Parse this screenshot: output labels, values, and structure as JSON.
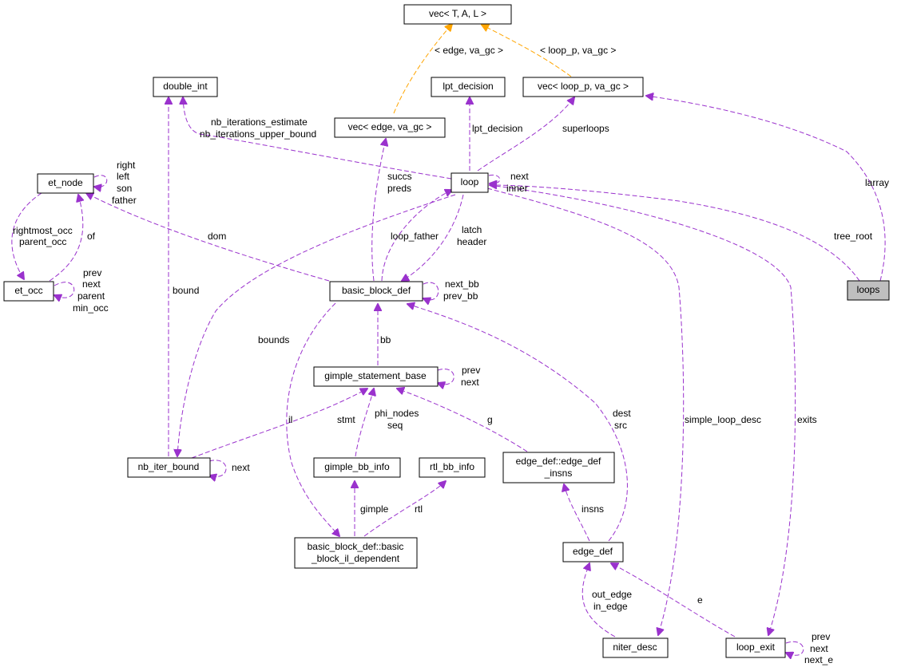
{
  "diagram": {
    "colors": {
      "edge": "#9a32cd",
      "inherit_edge": "#ffa500",
      "highlight_node": "#bfbfbf"
    },
    "nodes": {
      "vec_tal": "vec< T, A, L >",
      "double_int": "double_int",
      "vec_edge": "vec< edge, va_gc >",
      "lpt_decision": "lpt_decision",
      "vec_loop_p": "vec< loop_p, va_gc >",
      "et_node": "et_node",
      "loop": "loop",
      "loops": "loops",
      "et_occ": "et_occ",
      "basic_block_def": "basic_block_def",
      "gimple_statement_base": "gimple_statement_base",
      "nb_iter_bound": "nb_iter_bound",
      "gimple_bb_info": "gimple_bb_info",
      "rtl_bb_info": "rtl_bb_info",
      "edge_def_insns_1": "edge_def::edge_def",
      "edge_def_insns_2": "_insns",
      "bb_il_dep_1": "basic_block_def::basic",
      "bb_il_dep_2": "_block_il_dependent",
      "edge_def": "edge_def",
      "niter_desc": "niter_desc",
      "loop_exit": "loop_exit"
    },
    "labels": {
      "edge_va_gc": "< edge, va_gc >",
      "loop_p_va_gc": "< loop_p, va_gc >",
      "nb_iterations_estimate": "nb_iterations_estimate",
      "nb_iterations_upper_bound": "nb_iterations_upper_bound",
      "lpt_decision": "lpt_decision",
      "superloops": "superloops",
      "larray": "larray",
      "succs": "succs",
      "preds": "preds",
      "loop_next": "next",
      "loop_inner": "inner",
      "et_right": "right",
      "et_left": "left",
      "et_son": "son",
      "et_father": "father",
      "rightmost_occ": "rightmost_occ",
      "parent_occ": "parent_occ",
      "of": "of",
      "dom": "dom",
      "loop_father": "loop_father",
      "latch": "latch",
      "header": "header",
      "tree_root": "tree_root",
      "occ_prev": "prev",
      "occ_next": "next",
      "occ_parent": "parent",
      "occ_min_occ": "min_occ",
      "bound": "bound",
      "next_bb": "next_bb",
      "prev_bb": "prev_bb",
      "bounds": "bounds",
      "bb": "bb",
      "gs_prev": "prev",
      "gs_next": "next",
      "il": "il",
      "stmt": "stmt",
      "phi_nodes": "phi_nodes",
      "seq": "seq",
      "g": "g",
      "dest": "dest",
      "src": "src",
      "simple_loop_desc": "simple_loop_desc",
      "exits": "exits",
      "nb_next": "next",
      "gimple": "gimple",
      "rtl": "rtl",
      "insns": "insns",
      "out_edge": "out_edge",
      "in_edge": "in_edge",
      "e": "e",
      "le_prev": "prev",
      "le_next": "next",
      "le_next_e": "next_e"
    }
  }
}
